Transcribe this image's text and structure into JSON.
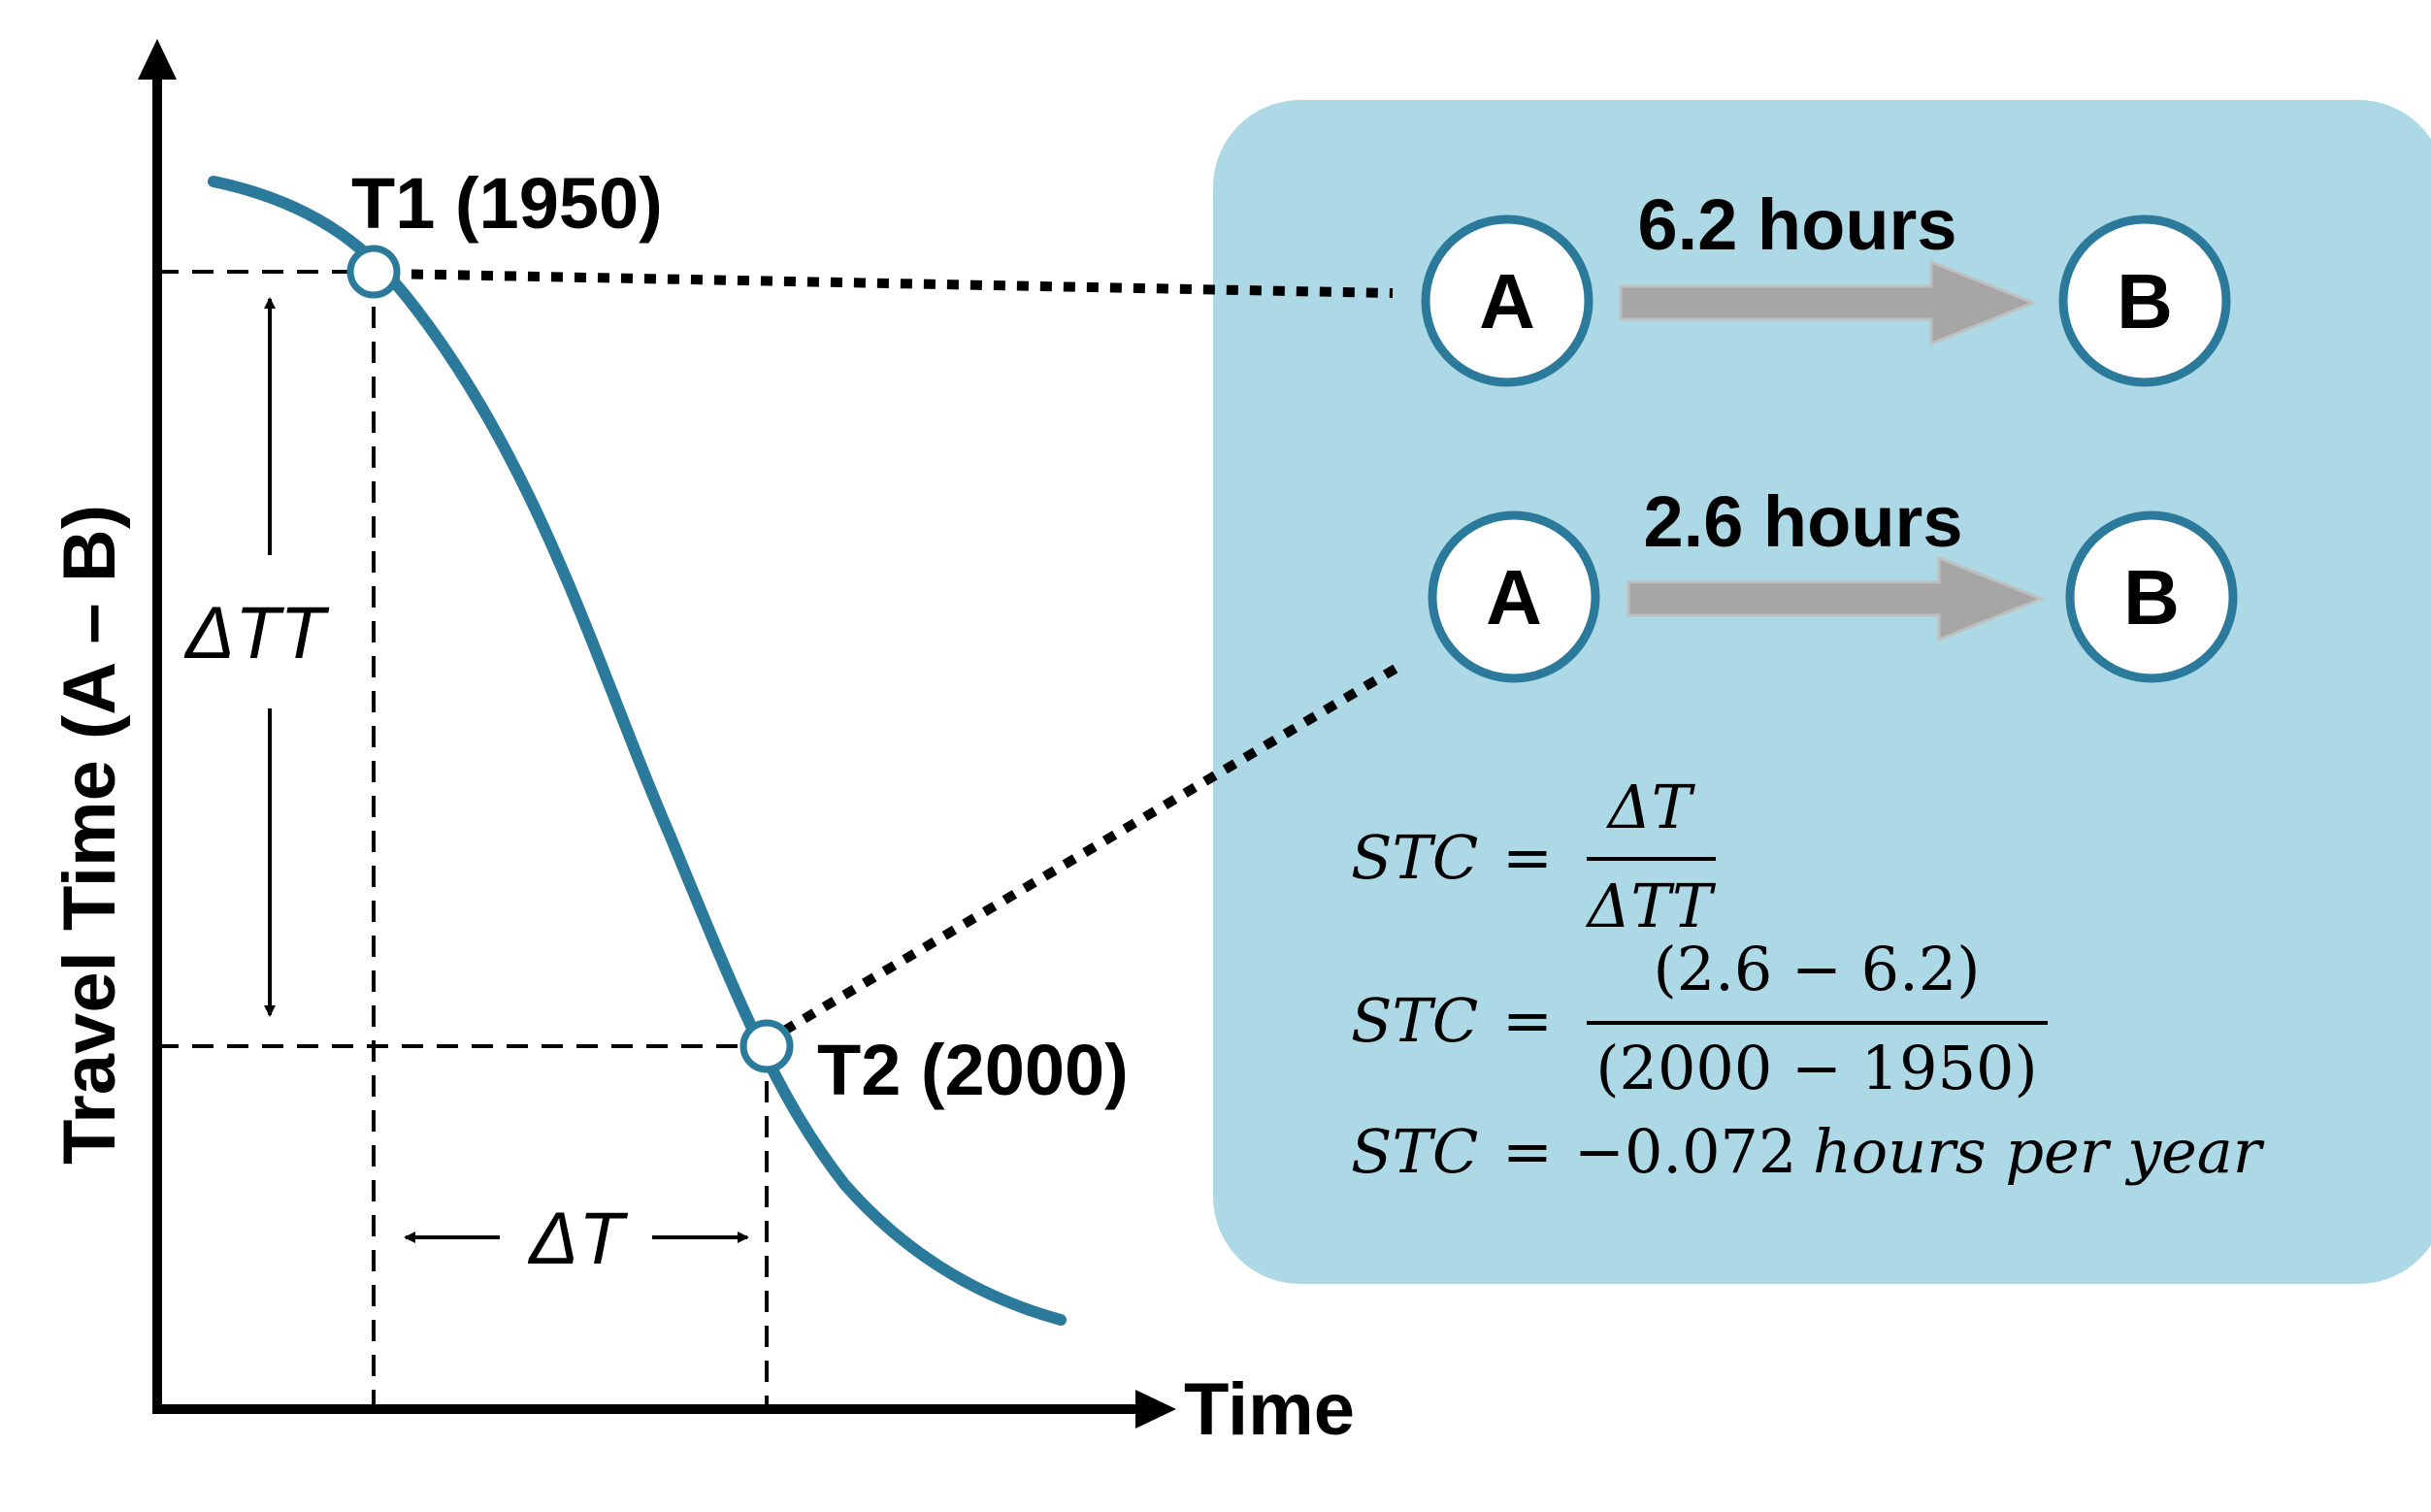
{
  "axes": {
    "y_label": "Travel Time (A – B)",
    "x_label": "Time"
  },
  "points": {
    "t1": "T1 (1950)",
    "t2": "T2 (2000)"
  },
  "deltas": {
    "delta_tt": "ΔTT",
    "delta_t": "ΔT"
  },
  "trips": [
    {
      "from": "A",
      "to": "B",
      "duration": "6.2 hours"
    },
    {
      "from": "A",
      "to": "B",
      "duration": "2.6 hours"
    }
  ],
  "equations": {
    "lhs": "STC",
    "eq1_num": "ΔT",
    "eq1_den": "ΔTT",
    "eq2_num": "(2.6 − 6.2)",
    "eq2_den": "(2000 − 1950)",
    "eq3_value": "−0.072",
    "eq3_unit": "hours per year"
  },
  "colors": {
    "curve": "#2b7a9b",
    "panel": "#add8e6",
    "arrow": "#a6a6a6",
    "axis": "#000000"
  }
}
